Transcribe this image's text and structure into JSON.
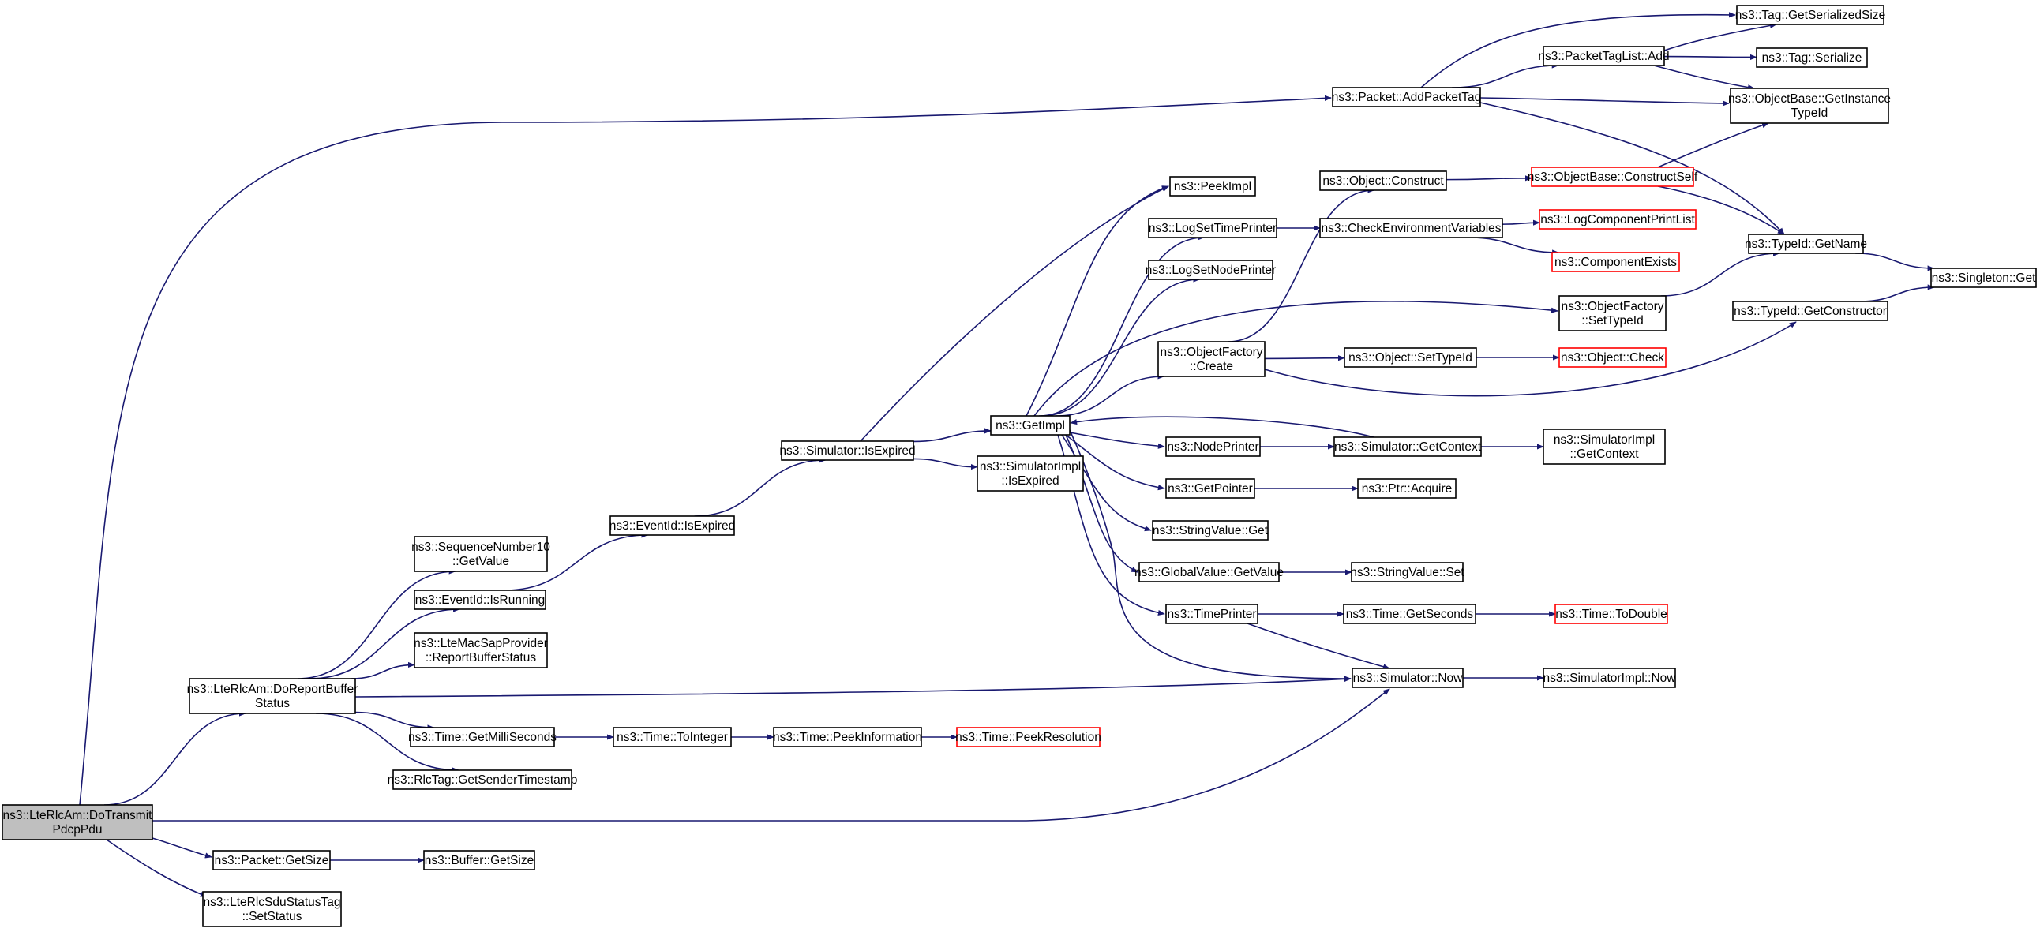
{
  "diagram": {
    "colors": {
      "edge": "#191970",
      "node_border": "#000000",
      "undocumented_border": "#ff0000",
      "root_fill": "#bfbfbf",
      "node_fill": "#ffffff"
    },
    "nodes": [
      {
        "id": "root",
        "label": [
          "ns3::LteRlcAm::DoTransmit",
          "PdcpPdu"
        ],
        "style": "root"
      },
      {
        "id": "doreport",
        "label": [
          "ns3::LteRlcAm::DoReportBuffer",
          "Status"
        ],
        "style": "normal"
      },
      {
        "id": "pktgetsize",
        "label": [
          "ns3::Packet::GetSize"
        ],
        "style": "normal"
      },
      {
        "id": "sdustatus",
        "label": [
          "ns3::LteRlcSduStatusTag",
          "::SetStatus"
        ],
        "style": "normal"
      },
      {
        "id": "pktaddtag",
        "label": [
          "ns3::Packet::AddPacketTag"
        ],
        "style": "normal"
      },
      {
        "id": "simnow",
        "label": [
          "ns3::Simulator::Now"
        ],
        "style": "normal"
      },
      {
        "id": "bufgetsize",
        "label": [
          "ns3::Buffer::GetSize"
        ],
        "style": "normal"
      },
      {
        "id": "seqnum",
        "label": [
          "ns3::SequenceNumber10",
          "::GetValue"
        ],
        "style": "normal"
      },
      {
        "id": "evrunning",
        "label": [
          "ns3::EventId::IsRunning"
        ],
        "style": "normal"
      },
      {
        "id": "macsap",
        "label": [
          "ns3::LteMacSapProvider",
          "::ReportBufferStatus"
        ],
        "style": "normal"
      },
      {
        "id": "getms",
        "label": [
          "ns3::Time::GetMilliSeconds"
        ],
        "style": "normal"
      },
      {
        "id": "rlctag",
        "label": [
          "ns3::RlcTag::GetSenderTimestamp"
        ],
        "style": "normal"
      },
      {
        "id": "evexpired",
        "label": [
          "ns3::EventId::IsExpired"
        ],
        "style": "normal"
      },
      {
        "id": "tointeger",
        "label": [
          "ns3::Time::ToInteger"
        ],
        "style": "normal"
      },
      {
        "id": "peekinfo",
        "label": [
          "ns3::Time::PeekInformation"
        ],
        "style": "normal"
      },
      {
        "id": "peekres",
        "label": [
          "ns3::Time::PeekResolution"
        ],
        "style": "red"
      },
      {
        "id": "simexpired",
        "label": [
          "ns3::Simulator::IsExpired"
        ],
        "style": "normal"
      },
      {
        "id": "getimpl",
        "label": [
          "ns3::GetImpl"
        ],
        "style": "normal"
      },
      {
        "id": "simimplexpired",
        "label": [
          "ns3::SimulatorImpl",
          "::IsExpired"
        ],
        "style": "normal"
      },
      {
        "id": "peekimpl",
        "label": [
          "ns3::PeekImpl"
        ],
        "style": "normal"
      },
      {
        "id": "logtime",
        "label": [
          "ns3::LogSetTimePrinter"
        ],
        "style": "normal"
      },
      {
        "id": "lognode",
        "label": [
          "ns3::LogSetNodePrinter"
        ],
        "style": "normal"
      },
      {
        "id": "objfactcreate",
        "label": [
          "ns3::ObjectFactory",
          "::Create"
        ],
        "style": "normal"
      },
      {
        "id": "nodeprinter",
        "label": [
          "ns3::NodePrinter"
        ],
        "style": "normal"
      },
      {
        "id": "getpointer",
        "label": [
          "ns3::GetPointer"
        ],
        "style": "normal"
      },
      {
        "id": "strvalget",
        "label": [
          "ns3::StringValue::Get"
        ],
        "style": "normal"
      },
      {
        "id": "globalget",
        "label": [
          "ns3::GlobalValue::GetValue"
        ],
        "style": "normal"
      },
      {
        "id": "timeprinter",
        "label": [
          "ns3::TimePrinter"
        ],
        "style": "normal"
      },
      {
        "id": "objconstruct",
        "label": [
          "ns3::Object::Construct"
        ],
        "style": "normal"
      },
      {
        "id": "checkenv",
        "label": [
          "ns3::CheckEnvironmentVariables"
        ],
        "style": "normal"
      },
      {
        "id": "objsettypeid",
        "label": [
          "ns3::Object::SetTypeId"
        ],
        "style": "normal"
      },
      {
        "id": "simgetctx",
        "label": [
          "ns3::Simulator::GetContext"
        ],
        "style": "normal"
      },
      {
        "id": "ptracquire",
        "label": [
          "ns3::Ptr::Acquire"
        ],
        "style": "normal"
      },
      {
        "id": "strvalset",
        "label": [
          "ns3::StringValue::Set"
        ],
        "style": "normal"
      },
      {
        "id": "getseconds",
        "label": [
          "ns3::Time::GetSeconds"
        ],
        "style": "normal"
      },
      {
        "id": "constructself",
        "label": [
          "ns3::ObjectBase::ConstructSelf"
        ],
        "style": "red"
      },
      {
        "id": "logcomp",
        "label": [
          "ns3::LogComponentPrintList"
        ],
        "style": "red"
      },
      {
        "id": "compexists",
        "label": [
          "ns3::ComponentExists"
        ],
        "style": "red"
      },
      {
        "id": "objfactsettype",
        "label": [
          "ns3::ObjectFactory",
          "::SetTypeId"
        ],
        "style": "normal"
      },
      {
        "id": "objcheck",
        "label": [
          "ns3::Object::Check"
        ],
        "style": "red"
      },
      {
        "id": "simimplctx",
        "label": [
          "ns3::SimulatorImpl",
          "::GetContext"
        ],
        "style": "normal"
      },
      {
        "id": "todouble",
        "label": [
          "ns3::Time::ToDouble"
        ],
        "style": "red"
      },
      {
        "id": "simimplnow",
        "label": [
          "ns3::SimulatorImpl::Now"
        ],
        "style": "normal"
      },
      {
        "id": "taglistadd",
        "label": [
          "ns3::PacketTagList::Add"
        ],
        "style": "normal"
      },
      {
        "id": "taggetser",
        "label": [
          "ns3::Tag::GetSerializedSize"
        ],
        "style": "normal"
      },
      {
        "id": "tagser",
        "label": [
          "ns3::Tag::Serialize"
        ],
        "style": "normal"
      },
      {
        "id": "getinstance",
        "label": [
          "ns3::ObjectBase::GetInstance",
          "TypeId"
        ],
        "style": "normal"
      },
      {
        "id": "typeidname",
        "label": [
          "ns3::TypeId::GetName"
        ],
        "style": "normal"
      },
      {
        "id": "typeidctor",
        "label": [
          "ns3::TypeId::GetConstructor"
        ],
        "style": "normal"
      },
      {
        "id": "singleton",
        "label": [
          "ns3::Singleton::Get"
        ],
        "style": "normal"
      }
    ],
    "edges": [
      [
        "root",
        "doreport"
      ],
      [
        "root",
        "pktgetsize"
      ],
      [
        "root",
        "sdustatus"
      ],
      [
        "root",
        "pktaddtag"
      ],
      [
        "root",
        "simnow"
      ],
      [
        "pktgetsize",
        "bufgetsize"
      ],
      [
        "doreport",
        "seqnum"
      ],
      [
        "doreport",
        "evrunning"
      ],
      [
        "doreport",
        "macsap"
      ],
      [
        "doreport",
        "getms"
      ],
      [
        "doreport",
        "rlctag"
      ],
      [
        "doreport",
        "simnow"
      ],
      [
        "evrunning",
        "evexpired"
      ],
      [
        "evexpired",
        "simexpired"
      ],
      [
        "simexpired",
        "getimpl"
      ],
      [
        "simexpired",
        "simimplexpired"
      ],
      [
        "simexpired",
        "peekimpl"
      ],
      [
        "getms",
        "tointeger"
      ],
      [
        "tointeger",
        "peekinfo"
      ],
      [
        "peekinfo",
        "peekres"
      ],
      [
        "getimpl",
        "peekimpl"
      ],
      [
        "getimpl",
        "logtime"
      ],
      [
        "getimpl",
        "lognode"
      ],
      [
        "getimpl",
        "objfactcreate"
      ],
      [
        "getimpl",
        "nodeprinter"
      ],
      [
        "getimpl",
        "getpointer"
      ],
      [
        "getimpl",
        "strvalget"
      ],
      [
        "getimpl",
        "globalget"
      ],
      [
        "getimpl",
        "timeprinter"
      ],
      [
        "getimpl",
        "objfactsettype"
      ],
      [
        "getimpl",
        "simnow"
      ],
      [
        "logtime",
        "checkenv"
      ],
      [
        "checkenv",
        "logcomp"
      ],
      [
        "checkenv",
        "compexists"
      ],
      [
        "objfactcreate",
        "objconstruct"
      ],
      [
        "objfactcreate",
        "objsettypeid"
      ],
      [
        "objfactcreate",
        "typeidctor"
      ],
      [
        "objconstruct",
        "constructself"
      ],
      [
        "objsettypeid",
        "objcheck"
      ],
      [
        "constructself",
        "getinstance"
      ],
      [
        "constructself",
        "typeidname"
      ],
      [
        "nodeprinter",
        "simgetctx"
      ],
      [
        "simgetctx",
        "simimplctx"
      ],
      [
        "simgetctx",
        "getimpl"
      ],
      [
        "getpointer",
        "ptracquire"
      ],
      [
        "globalget",
        "strvalset"
      ],
      [
        "timeprinter",
        "getseconds"
      ],
      [
        "timeprinter",
        "simnow"
      ],
      [
        "getseconds",
        "todouble"
      ],
      [
        "simnow",
        "simimplnow"
      ],
      [
        "pktaddtag",
        "taglistadd"
      ],
      [
        "pktaddtag",
        "taggetser"
      ],
      [
        "pktaddtag",
        "getinstance"
      ],
      [
        "pktaddtag",
        "typeidname"
      ],
      [
        "taglistadd",
        "taggetser"
      ],
      [
        "taglistadd",
        "tagser"
      ],
      [
        "taglistadd",
        "getinstance"
      ],
      [
        "objfactsettype",
        "typeidname"
      ],
      [
        "typeidname",
        "singleton"
      ],
      [
        "typeidctor",
        "singleton"
      ]
    ]
  }
}
